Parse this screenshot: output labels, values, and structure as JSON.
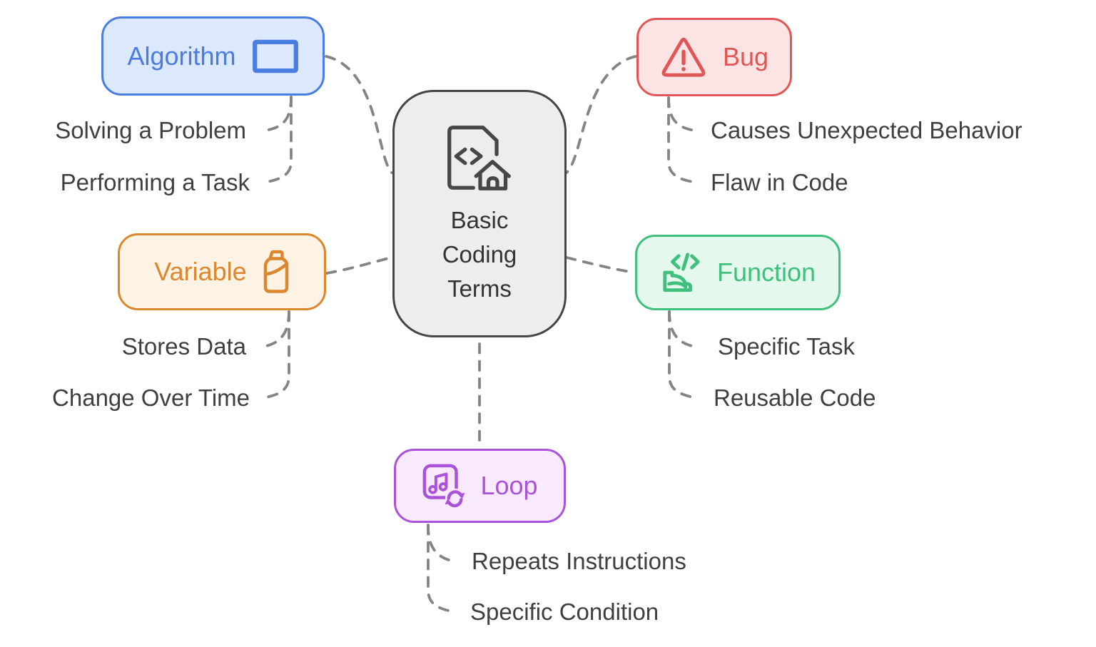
{
  "center": {
    "icon": "code-document-home-icon",
    "lines": [
      "Basic",
      "Coding",
      "Terms"
    ]
  },
  "nodes": {
    "algorithm": {
      "label": "Algorithm",
      "icon": "rectangle-icon",
      "children": [
        "Solving a Problem",
        "Performing a Task"
      ]
    },
    "bug": {
      "label": "Bug",
      "icon": "warning-triangle-icon",
      "children": [
        "Causes Unexpected Behavior",
        "Flaw in Code"
      ]
    },
    "variable": {
      "label": "Variable",
      "icon": "milk-carton-icon",
      "children": [
        "Stores Data",
        "Change Over Time"
      ]
    },
    "function": {
      "label": "Function",
      "icon": "code-hand-icon",
      "children": [
        "Specific Task",
        "Reusable Code"
      ]
    },
    "loop": {
      "label": "Loop",
      "icon": "music-note-loop-icon",
      "children": [
        "Repeats Instructions",
        "Specific Condition"
      ]
    }
  },
  "colors": {
    "algorithm_accent": "#4a7de0",
    "algorithm_background": "#dce8fb",
    "bug_accent": "#e05656",
    "bug_background": "#fce4e4",
    "variable_accent": "#dd8630",
    "variable_background": "#fdf3e4",
    "function_accent": "#3fc07d",
    "function_background": "#e4f8ed",
    "loop_accent": "#aa52da",
    "loop_background": "#f8e9fd",
    "center_border": "#454545",
    "center_background": "#ededed",
    "connector": "#848484",
    "sub_label_text": "#3f3f3f"
  }
}
